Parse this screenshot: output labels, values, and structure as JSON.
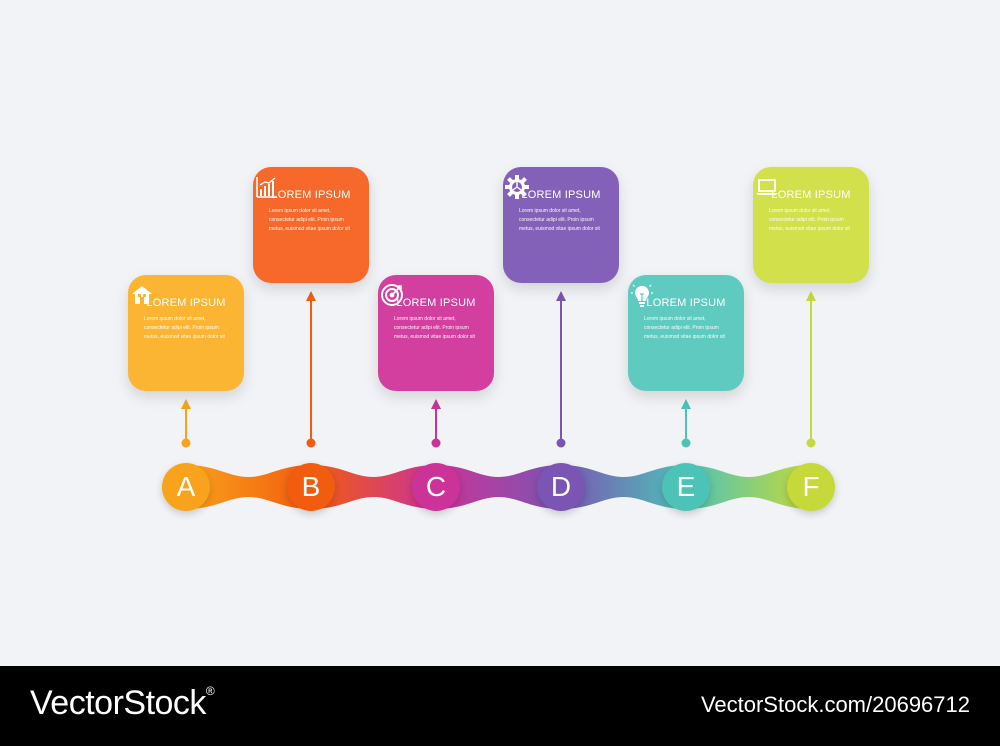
{
  "steps": [
    {
      "letter": "A",
      "title": "LOREM IPSUM",
      "body": "Lorem ipsum dolor sit amet, consectetur adipi elit. Proin ipsum metus, euismod vitae ipsum dolor sit amet",
      "icon": "home-icon",
      "color": "#f9a21b",
      "color2": "#fbb532"
    },
    {
      "letter": "B",
      "title": "LOREM IPSUM",
      "body": "Lorem ipsum dolor sit amet, consectetur adipi elit. Proin ipsum metus, euismod vitae ipsum dolor sit amet",
      "icon": "bar-chart-icon",
      "color": "#f25c0f",
      "color2": "#f7692a"
    },
    {
      "letter": "C",
      "title": "LOREM IPSUM",
      "body": "Lorem ipsum dolor sit amet, consectetur adipi elit. Proin ipsum metus, euismod vitae ipsum dolor sit amet",
      "icon": "target-icon",
      "color": "#cb3398",
      "color2": "#d23f9f"
    },
    {
      "letter": "D",
      "title": "LOREM IPSUM",
      "body": "Lorem ipsum dolor sit amet, consectetur adipi elit. Proin ipsum metus, euismod vitae ipsum dolor sit amet",
      "icon": "gear-icon",
      "color": "#7b55b3",
      "color2": "#8461b8"
    },
    {
      "letter": "E",
      "title": "LOREM IPSUM",
      "body": "Lorem ipsum dolor sit amet, consectetur adipi elit. Proin ipsum metus, euismod vitae ipsum dolor sit amet",
      "icon": "lightbulb-icon",
      "color": "#4dc3b8",
      "color2": "#5fcbc0"
    },
    {
      "letter": "F",
      "title": "LOREM IPSUM",
      "body": "Lorem ipsum dolor sit amet, consectetur adipi elit. Proin ipsum metus, euismod vitae ipsum dolor sit amet",
      "icon": "laptop-icon",
      "color": "#c5d93b",
      "color2": "#d2e04c"
    }
  ],
  "footer": {
    "brand": "VectorStock",
    "brand_registered": "®",
    "stock_id": "VectorStock.com/20696712"
  }
}
